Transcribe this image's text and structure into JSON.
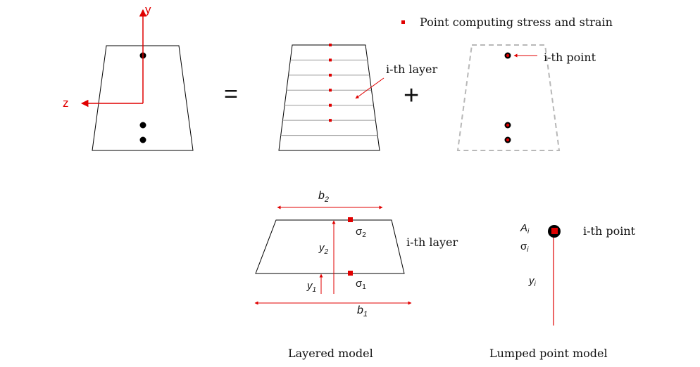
{
  "legend": {
    "text": "Point computing stress and strain"
  },
  "axes": {
    "y_label": "y",
    "z_label": "z"
  },
  "operators": {
    "equals": "=",
    "plus": "+"
  },
  "top_middle": {
    "layer_callout": "i-th layer"
  },
  "top_right": {
    "point_callout": "i-th point"
  },
  "layered_detail": {
    "b2": {
      "base": "b",
      "sub": "2"
    },
    "b1": {
      "base": "b",
      "sub": "1"
    },
    "y2": {
      "base": "y",
      "sub": "2"
    },
    "y1": {
      "base": "y",
      "sub": "1"
    },
    "sigma2": {
      "base": "σ",
      "sub": "2"
    },
    "sigma1": {
      "base": "σ",
      "sub": "1"
    },
    "layer_label": "i-th layer",
    "caption": "Layered model"
  },
  "lumped_detail": {
    "Ai": {
      "base": "A",
      "sub": "i"
    },
    "sigma_i": {
      "base": "σ",
      "sub": "i"
    },
    "yi": {
      "base": "y",
      "sub": "i"
    },
    "point_label": "i-th point",
    "caption": "Lumped point model"
  },
  "colors": {
    "accent": "#e00000",
    "outline": "#000000",
    "layer_line": "#9a9a9a",
    "dashed_outline": "#b8b8b8",
    "text": "#111111"
  }
}
